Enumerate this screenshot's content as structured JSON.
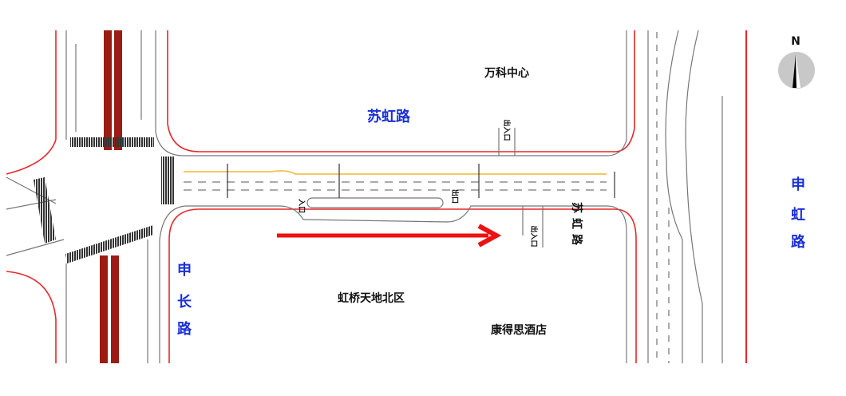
{
  "labels": {
    "vanke_center": "万科中心",
    "suhong_road": "苏虹路",
    "suhong_road_side": "苏虹路",
    "shenchang_road": [
      "申",
      "长",
      "路"
    ],
    "shenhong_road": [
      "申",
      "虹",
      "路"
    ],
    "hongqiao_north": "虹桥天地北区",
    "cordis_hotel": "康得思酒店",
    "entrance_exit_north": "出入口",
    "entrance_exit_south": "出入口",
    "entrance": "入口",
    "exit": "出口",
    "compass_north": "N"
  },
  "colors": {
    "curb_red": "#e8262b",
    "road_gray": "#777777",
    "arrow_red": "#ee1111",
    "label_blue": "#1a2fd6",
    "bus_lane": "#9b1c12",
    "center_line": "#f2c14e"
  },
  "icons": {
    "compass": "north-compass-icon",
    "direction_arrow": "arrow-right-icon"
  }
}
